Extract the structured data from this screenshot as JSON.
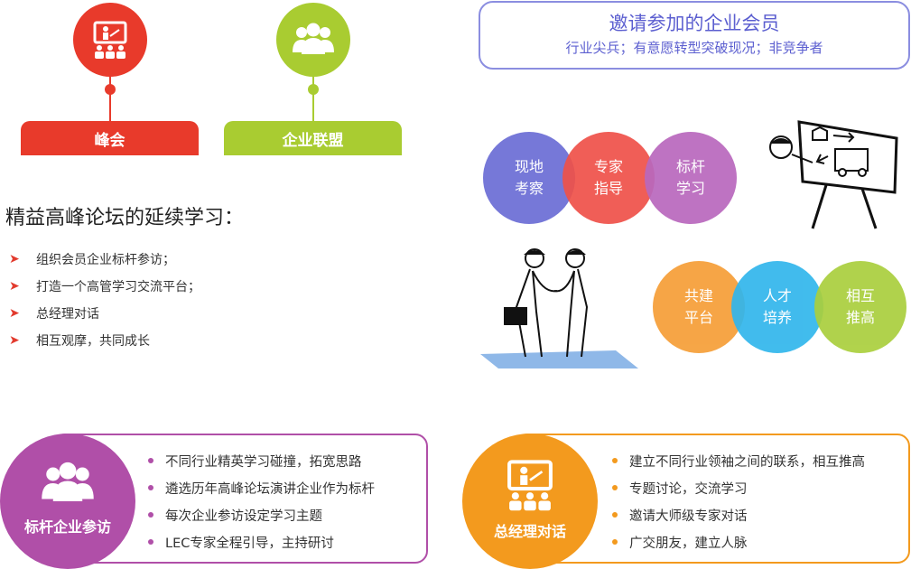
{
  "top_left": {
    "card1_label": "峰会",
    "card1_icon": "presentation-icon",
    "card1_color": "#e83a2b",
    "card2_label": "企业联盟",
    "card2_icon": "group-icon",
    "card2_color": "#a9cc31"
  },
  "continuation": {
    "title": "精益高峰论坛的延续学习：",
    "items": [
      "组织会员企业标杆参访；",
      "打造一个高管学习交流平台；",
      "总经理对话",
      "相互观摩，共同成长"
    ]
  },
  "members": {
    "title": "邀请参加的企业会员",
    "subtitle": "行业尖兵；有意愿转型突破现况；非竞争者",
    "border_color": "#8b8ee0"
  },
  "venn_top": [
    {
      "text": "现地\n考察",
      "color": "#6f71d6"
    },
    {
      "text": "专家\n指导",
      "color": "#ef5149"
    },
    {
      "text": "标杆\n学习",
      "color": "#b968bd"
    }
  ],
  "venn_bottom": [
    {
      "text": "共建\n平台",
      "color": "#f6a13d"
    },
    {
      "text": "人才\n培养",
      "color": "#31b6ec"
    },
    {
      "text": "相互\n推高",
      "color": "#aacf3d"
    }
  ],
  "benchmark": {
    "label": "标杆企业参访",
    "color": "#b04fa8",
    "items": [
      "不同行业精英学习碰撞，拓宽思路",
      "遴选历年高峰论坛演讲企业作为标杆",
      "每次企业参访设定学习主题",
      "LEC专家全程引导，主持研讨"
    ]
  },
  "gm_dialogue": {
    "label": "总经理对话",
    "color": "#f39a1e",
    "items": [
      "建立不同行业领袖之间的联系，相互推高",
      "专题讨论，交流学习",
      "邀请大师级专家对话",
      "广交朋友，建立人脉"
    ]
  }
}
